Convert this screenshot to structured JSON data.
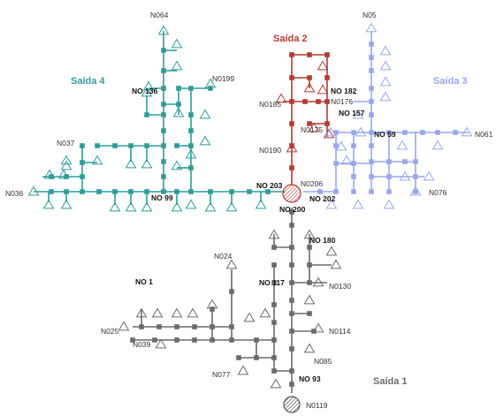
{
  "colors": {
    "saida1": "#6b6b6b",
    "saida2": "#b33a33",
    "saida3": "#9aa6ec",
    "saida4": "#2f9d97"
  },
  "feeders": [
    {
      "key": "saida4",
      "label": "Saída 4"
    },
    {
      "key": "saida2",
      "label": "Saída 2"
    },
    {
      "key": "saida3",
      "label": "Saída 3"
    },
    {
      "key": "saida1",
      "label": "Saída 1"
    }
  ],
  "node_labels": [
    {
      "id": "n064",
      "text": "N064",
      "bold": false
    },
    {
      "id": "n05",
      "text": "N05",
      "bold": false
    },
    {
      "id": "n136",
      "text": "NO 136",
      "bold": true
    },
    {
      "id": "n199",
      "text": "N0199",
      "bold": false
    },
    {
      "id": "n182",
      "text": "NO 182",
      "bold": true
    },
    {
      "id": "n185",
      "text": "N0185",
      "bold": false
    },
    {
      "id": "n176",
      "text": "N0176",
      "bold": false
    },
    {
      "id": "n157",
      "text": "NO 157",
      "bold": true
    },
    {
      "id": "n175",
      "text": "N0175",
      "bold": false
    },
    {
      "id": "n59",
      "text": "NO 59",
      "bold": true
    },
    {
      "id": "n061",
      "text": "N061",
      "bold": false
    },
    {
      "id": "n037",
      "text": "N037",
      "bold": false
    },
    {
      "id": "n190",
      "text": "N0190",
      "bold": false
    },
    {
      "id": "n036",
      "text": "N036",
      "bold": false
    },
    {
      "id": "n203",
      "text": "NO 203",
      "bold": true
    },
    {
      "id": "n206",
      "text": "N0206",
      "bold": false
    },
    {
      "id": "n076",
      "text": "N076",
      "bold": false
    },
    {
      "id": "n99",
      "text": "NO 99",
      "bold": true
    },
    {
      "id": "n202",
      "text": "NO 202",
      "bold": true
    },
    {
      "id": "n200",
      "text": "NO 200",
      "bold": true
    },
    {
      "id": "n180",
      "text": "NO 180",
      "bold": true
    },
    {
      "id": "n024",
      "text": "N024",
      "bold": false
    },
    {
      "id": "n1",
      "text": "NO 1",
      "bold": true
    },
    {
      "id": "n117",
      "text": "NO 117",
      "bold": true
    },
    {
      "id": "n130",
      "text": "N0130",
      "bold": false
    },
    {
      "id": "n025",
      "text": "N025",
      "bold": false
    },
    {
      "id": "n114",
      "text": "N0114",
      "bold": false
    },
    {
      "id": "n039",
      "text": "N039",
      "bold": false
    },
    {
      "id": "n085",
      "text": "N085",
      "bold": false
    },
    {
      "id": "n077",
      "text": "N077",
      "bold": false
    },
    {
      "id": "n93",
      "text": "NO 93",
      "bold": true
    },
    {
      "id": "n119",
      "text": "N0119",
      "bold": false
    }
  ]
}
